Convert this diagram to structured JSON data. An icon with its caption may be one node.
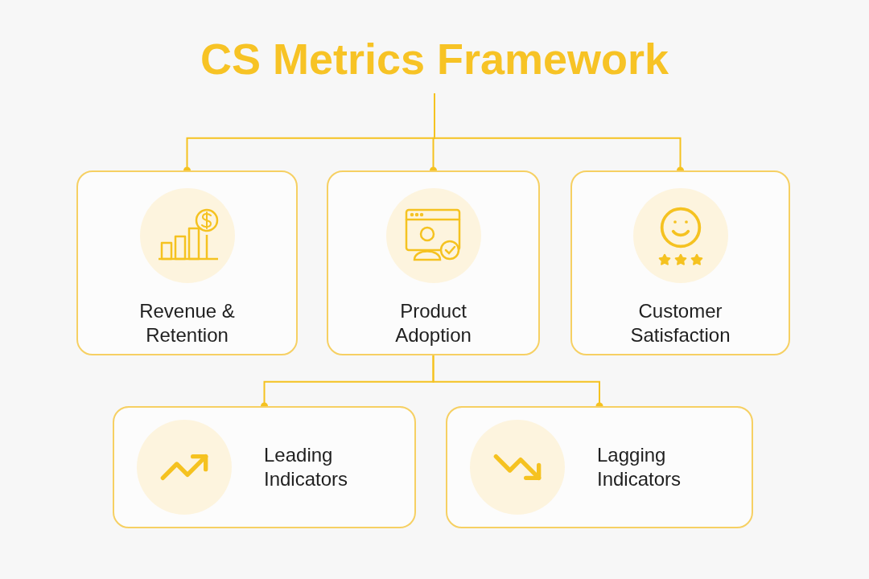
{
  "diagram": {
    "nodes": [
      {
        "text": [
          "CS Metrics Framework"
        ]
      },
      {
        "text": [
          "Revenue & Retention"
        ]
      },
      {
        "text": [
          "Product Adoption"
        ]
      },
      {
        "text": [
          "Customer Satisfaction"
        ]
      },
      {
        "text": [
          "Leading Indicators"
        ]
      },
      {
        "text": [
          "Lagging Indicators"
        ]
      }
    ],
    "edges": [
      {
        "from": 0,
        "to": 1,
        "arrow": "other"
      },
      {
        "from": 0,
        "to": 2,
        "arrow": "other"
      },
      {
        "from": 0,
        "to": 3,
        "arrow": "other"
      },
      {
        "from": 2,
        "to": 4,
        "arrow": "other"
      },
      {
        "from": 2,
        "to": 5,
        "arrow": "other"
      }
    ]
  }
}
